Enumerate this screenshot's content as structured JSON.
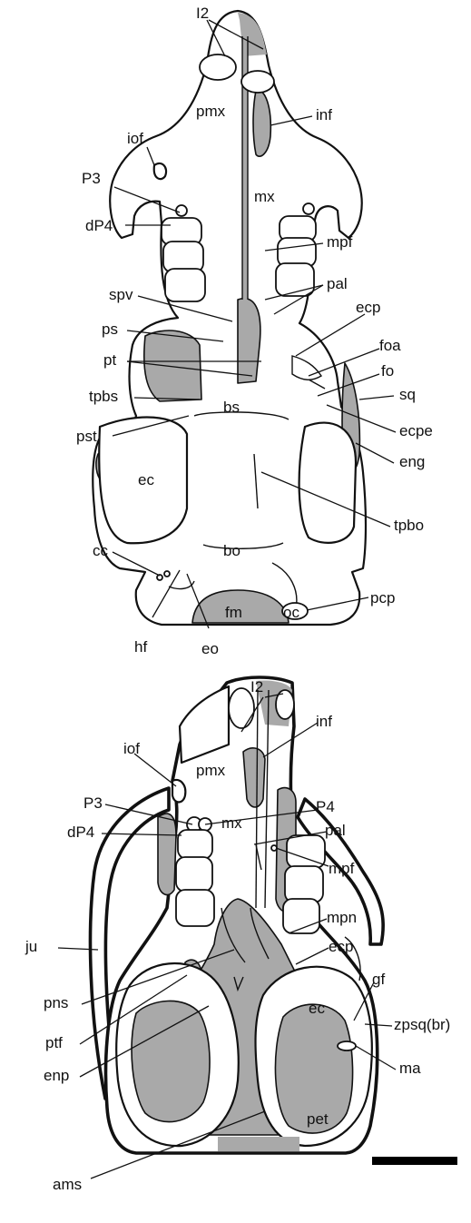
{
  "colors": {
    "bone": "#ffffff",
    "outline": "#111111",
    "shaded": "#a9a9a9"
  },
  "upper": {
    "labels": {
      "I2": "I2",
      "pmx": "pmx",
      "inf": "inf",
      "iof": "iof",
      "P3": "P3",
      "mx": "mx",
      "dP4": "dP4",
      "mpf": "mpf",
      "spv": "spv",
      "pal": "pal",
      "ecp": "ecp",
      "ps": "ps",
      "foa": "foa",
      "pt": "pt",
      "fo": "fo",
      "tpbs": "tpbs",
      "sq": "sq",
      "bs": "bs",
      "ecpe": "ecpe",
      "pst": "pst",
      "eng": "eng",
      "ec": "ec",
      "tpbo": "tpbo",
      "cc": "cc",
      "bo": "bo",
      "fm": "fm",
      "oc": "oc",
      "pcp": "pcp",
      "hf": "hf",
      "eo": "eo"
    }
  },
  "lower": {
    "labels": {
      "I2": "I2",
      "pmx": "pmx",
      "inf": "inf",
      "iof": "iof",
      "P3": "P3",
      "mx": "mx",
      "P4": "P4",
      "dP4": "dP4",
      "pal": "pal",
      "mpf": "mpf",
      "ju": "ju",
      "mpn": "mpn",
      "ecp": "ecp",
      "pns": "pns",
      "gf": "gf",
      "ptf": "ptf",
      "zpsq": "zpsq(br)",
      "enp": "enp",
      "ec": "ec",
      "ma": "ma",
      "pet": "pet",
      "ams": "ams"
    }
  },
  "scale_bar": {
    "present": true
  }
}
